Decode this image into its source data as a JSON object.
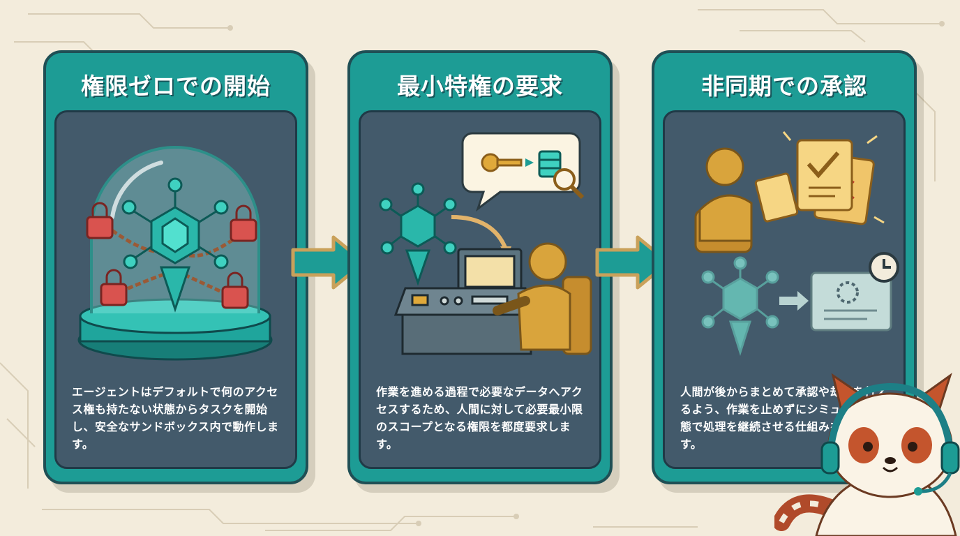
{
  "steps": [
    {
      "title": "権限ゼロでの開始",
      "description": "エージェントはデフォルトで何のアクセス権も持たない状態からタスクを開始し、安全なサンドボックス内で動作します。"
    },
    {
      "title": "最小特権の要求",
      "description": "作業を進める過程で必要なデータへアクセスするため、人間に対して必要最小限のスコープとなる権限を都度要求します。"
    },
    {
      "title": "非同期での承認",
      "description": "人間が後からまとめて承認や却下を行えるよう、作業を止めずにシミュレート状態で処理を継続させる仕組みを提供します。"
    }
  ],
  "colors": {
    "background": "#f3ecdc",
    "card": "#1d9c95",
    "panel": "#435a6b",
    "accent_gold": "#d9a43c",
    "lock_red": "#d9534f",
    "agent_teal": "#3fd1c0"
  },
  "icons": [
    "glass-dome-icon",
    "agent-node-icon",
    "padlock-icon",
    "chain-icon",
    "key-icon",
    "database-icon",
    "magnifier-icon",
    "human-operator-icon",
    "control-console-icon",
    "document-check-icon",
    "document-x-icon",
    "clock-icon",
    "loading-spinner-icon",
    "right-arrow-icon",
    "red-panda-mascot-icon"
  ]
}
